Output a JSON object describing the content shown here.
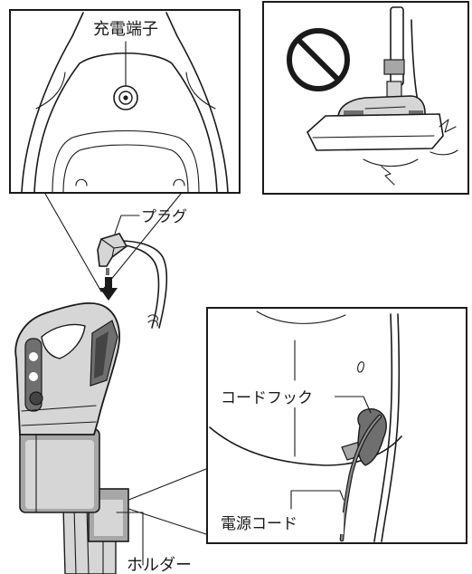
{
  "labels": {
    "charging_terminal": "充電端子",
    "plug": "プラグ",
    "cord_hook": "コードフック",
    "power_cord": "電源コード",
    "holder": "ホルダー"
  },
  "colors": {
    "line": "#1a1a1a",
    "light_gray": "#d6d6d6",
    "mid_gray": "#a7a7a7",
    "dark_gray": "#6f6f6f",
    "background": "#ffffff"
  },
  "icons": {
    "prohibition": "prohibition-icon",
    "insert_direction": "arrow-down-icon"
  }
}
